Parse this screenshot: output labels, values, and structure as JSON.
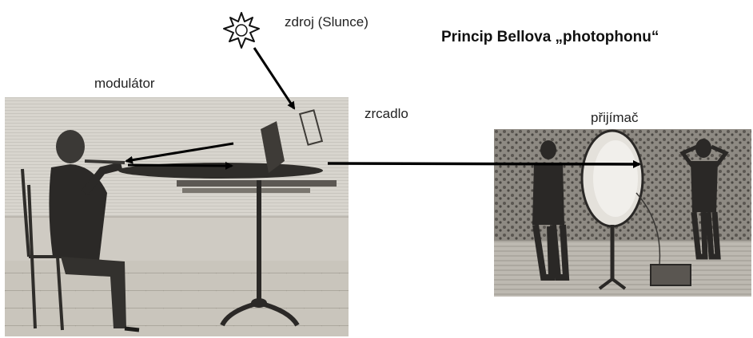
{
  "title": "Princip Bellova „photophonu“",
  "labels": {
    "source": "zdroj (Slunce)",
    "modulator": "modulátor",
    "mirror": "zrcadlo",
    "receiver": "přijímač"
  },
  "icons": {
    "sun": "sun-icon"
  },
  "colors": {
    "text": "#222222",
    "arrow": "#000000",
    "engraving_light": "#d9d6cf",
    "engraving_dark": "#3a3835"
  }
}
